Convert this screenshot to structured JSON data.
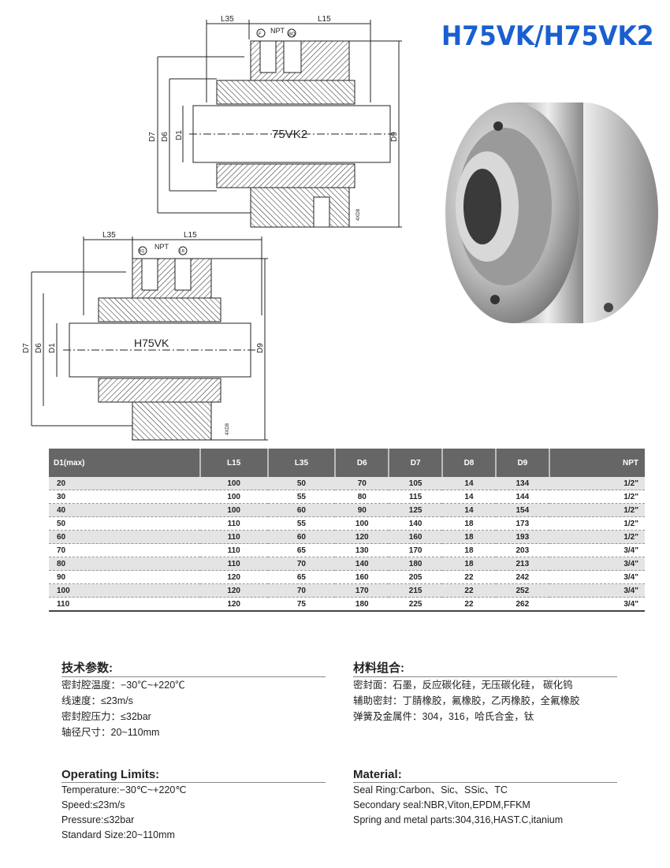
{
  "title": "H75VK/H75VK2",
  "drawing_top": {
    "model": "75VK2",
    "labels": {
      "l35": "L35",
      "l15": "L15",
      "npt": "NPT",
      "port_a": "F",
      "port_b": "BQ",
      "d7": "D7",
      "d6": "D6",
      "d1": "D1",
      "d9": "D9",
      "d8": "4XD8"
    }
  },
  "drawing_bottom": {
    "model": "H75VK",
    "labels": {
      "l35": "L35",
      "l15": "L15",
      "npt": "NPT",
      "port_a": "BQ",
      "port_b": "LB",
      "d7": "D7",
      "d6": "D6",
      "d1": "D1",
      "d9": "D9",
      "d8": "4XD8"
    }
  },
  "table": {
    "headers": [
      "D1(max)",
      "L15",
      "L35",
      "D6",
      "D7",
      "D8",
      "D9",
      "NPT"
    ],
    "rows": [
      [
        "20",
        "100",
        "50",
        "70",
        "105",
        "14",
        "134",
        "1/2\""
      ],
      [
        "30",
        "100",
        "55",
        "80",
        "115",
        "14",
        "144",
        "1/2\""
      ],
      [
        "40",
        "100",
        "60",
        "90",
        "125",
        "14",
        "154",
        "1/2\""
      ],
      [
        "50",
        "110",
        "55",
        "100",
        "140",
        "18",
        "173",
        "1/2\""
      ],
      [
        "60",
        "110",
        "60",
        "120",
        "160",
        "18",
        "193",
        "1/2\""
      ],
      [
        "70",
        "110",
        "65",
        "130",
        "170",
        "18",
        "203",
        "3/4\""
      ],
      [
        "80",
        "110",
        "70",
        "140",
        "180",
        "18",
        "213",
        "3/4\""
      ],
      [
        "90",
        "120",
        "65",
        "160",
        "205",
        "22",
        "242",
        "3/4\""
      ],
      [
        "100",
        "120",
        "70",
        "170",
        "215",
        "22",
        "252",
        "3/4\""
      ],
      [
        "110",
        "120",
        "75",
        "180",
        "225",
        "22",
        "262",
        "3/4\""
      ]
    ]
  },
  "tech_cn": {
    "heading": "技术参数:",
    "lines": [
      "密封腔温度：−30℃~+220℃",
      "线速度：≤23m/s",
      "密封腔压力：≤32bar",
      "轴径尺寸：20~110mm"
    ]
  },
  "material_cn": {
    "heading": "材料组合:",
    "lines": [
      "密封面：石墨，反应碳化硅，无压碳化硅， 碳化钨",
      "辅助密封：丁腈橡胶，氟橡胶，乙丙橡胶，全氟橡胶",
      "弹簧及金属件：304，316，哈氏合金，钛"
    ]
  },
  "tech_en": {
    "heading": "Operating Limits:",
    "lines": [
      "Temperature:−30℃~+220℃",
      "Speed:≤23m/s",
      "Pressure:≤32bar",
      "Standard Size:20~110mm"
    ]
  },
  "material_en": {
    "heading": "Material:",
    "lines": [
      "Seal Ring:Carbon、Sic、SSic、TC",
      "Secondary seal:NBR,Viton,EPDM,FFKM",
      "Spring and metal parts:304,316,HAST.C,itanium"
    ]
  }
}
